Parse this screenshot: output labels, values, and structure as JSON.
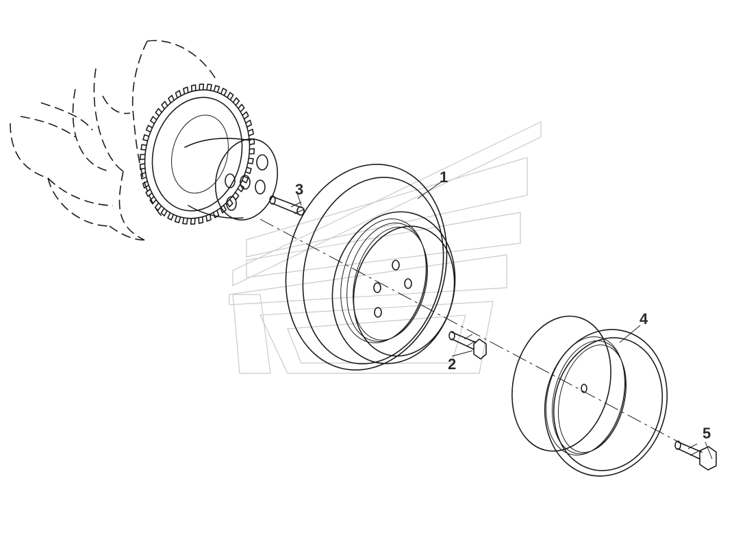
{
  "callouts": [
    {
      "id": "1",
      "label": "1"
    },
    {
      "id": "2",
      "label": "2"
    },
    {
      "id": "3",
      "label": "3"
    },
    {
      "id": "4",
      "label": "4"
    },
    {
      "id": "5",
      "label": "5"
    }
  ],
  "colors": {
    "line": "#1a1a1a",
    "watermark": "#c9c9c9",
    "callout": "#2a2a2a"
  }
}
